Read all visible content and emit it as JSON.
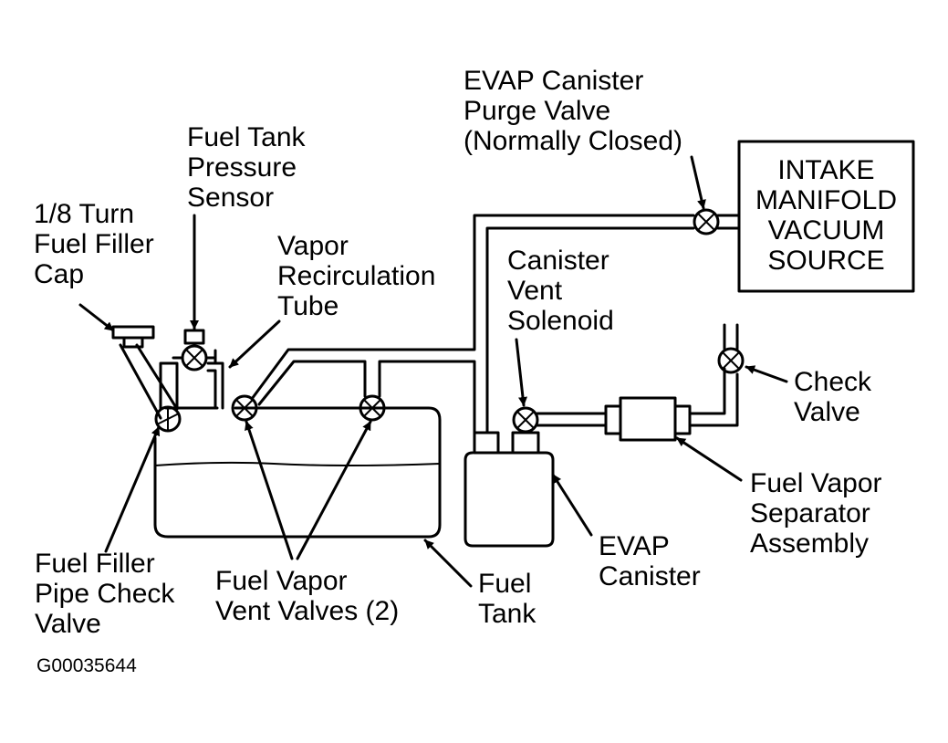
{
  "labels": {
    "evap_purge_valve": [
      "EVAP Canister",
      "Purge Valve",
      "(Normally Closed)"
    ],
    "intake_manifold": [
      "INTAKE",
      "MANIFOLD",
      "VACUUM",
      "SOURCE"
    ],
    "fuel_tank_pressure_sensor": [
      "Fuel Tank",
      "Pressure",
      "Sensor"
    ],
    "filler_cap": [
      "1/8 Turn",
      "Fuel Filler",
      "Cap"
    ],
    "vapor_recirc_tube": [
      "Vapor",
      "Recirculation",
      "Tube"
    ],
    "canister_vent_solenoid": [
      "Canister",
      "Vent",
      "Solenoid"
    ],
    "check_valve": [
      "Check",
      "Valve"
    ],
    "fuel_vapor_separator": [
      "Fuel Vapor",
      "Separator",
      "Assembly"
    ],
    "evap_canister": [
      "EVAP",
      "Canister"
    ],
    "fuel_tank": [
      "Fuel",
      "Tank"
    ],
    "fuel_vapor_vent_valves": [
      "Fuel Vapor",
      "Vent Valves (2)"
    ],
    "filler_pipe_check_valve": [
      "Fuel Filler",
      "Pipe Check",
      "Valve"
    ]
  },
  "figure_id": "G00035644",
  "colors": {
    "line": "#000000",
    "background": "#ffffff"
  }
}
